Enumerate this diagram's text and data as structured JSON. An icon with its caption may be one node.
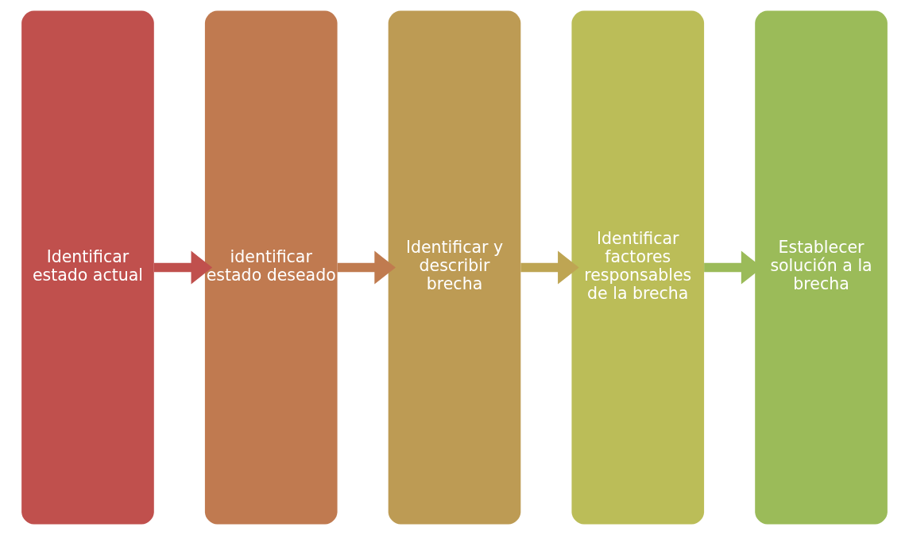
{
  "diagram": {
    "nodes": [
      {
        "text": [
          "Identificar estado actual"
        ]
      },
      {
        "text": [
          "identificar estado deseado"
        ]
      },
      {
        "text": [
          "Identificar y describir brecha"
        ]
      },
      {
        "text": [
          "Identificar factores responsables de la brecha"
        ]
      },
      {
        "text": [
          "Establecer solución a la brecha"
        ]
      }
    ],
    "edges": [
      {
        "from": 0,
        "to": 1,
        "arrow": "to",
        "color": "#c0504d"
      },
      {
        "from": 1,
        "to": 2,
        "arrow": "to",
        "color": "#c07b4f"
      },
      {
        "from": 2,
        "to": 3,
        "arrow": "to",
        "color": "#bea553"
      },
      {
        "from": 3,
        "to": 4,
        "arrow": "to",
        "color": "#9bbb59"
      }
    ]
  }
}
